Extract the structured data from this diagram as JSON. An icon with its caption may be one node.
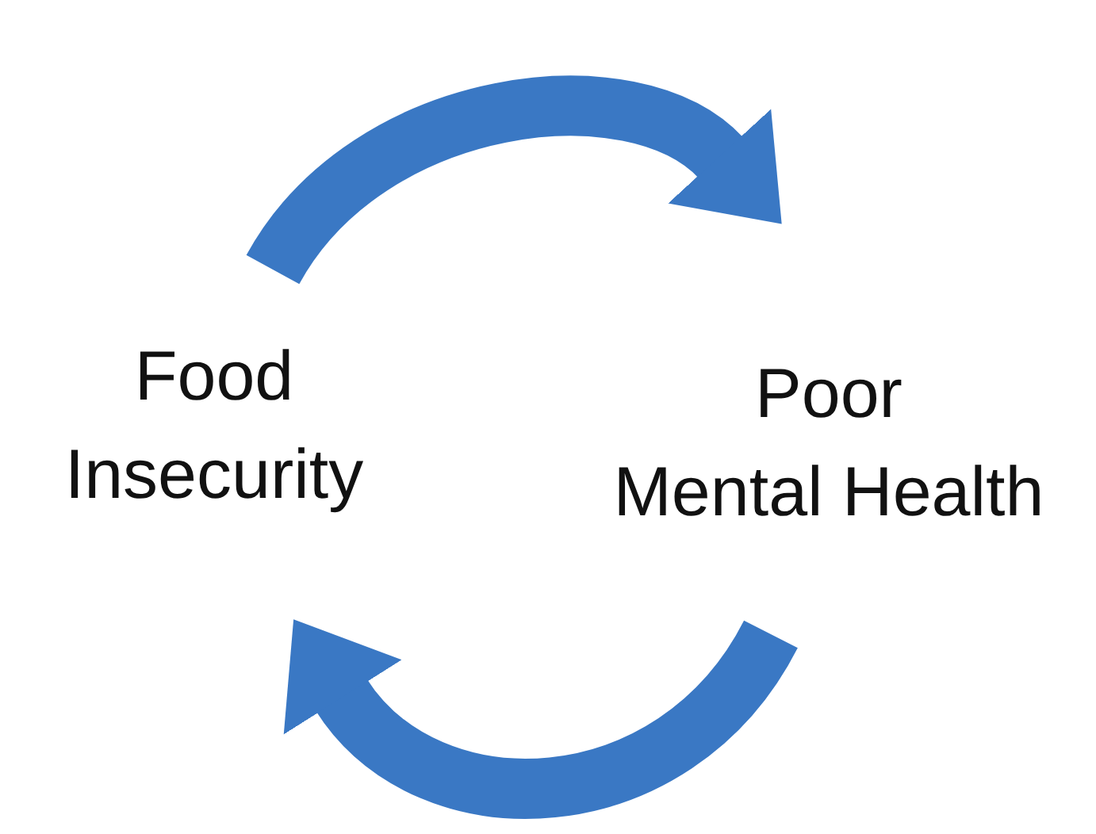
{
  "diagram": {
    "nodes": [
      {
        "text": [
          "Food Insecurity"
        ]
      },
      {
        "text": [
          "Poor Mental Health"
        ]
      }
    ],
    "edges": [
      {
        "from": 0,
        "to": 1,
        "arrow": "to"
      },
      {
        "from": 1,
        "to": 0,
        "arrow": "to"
      }
    ]
  }
}
